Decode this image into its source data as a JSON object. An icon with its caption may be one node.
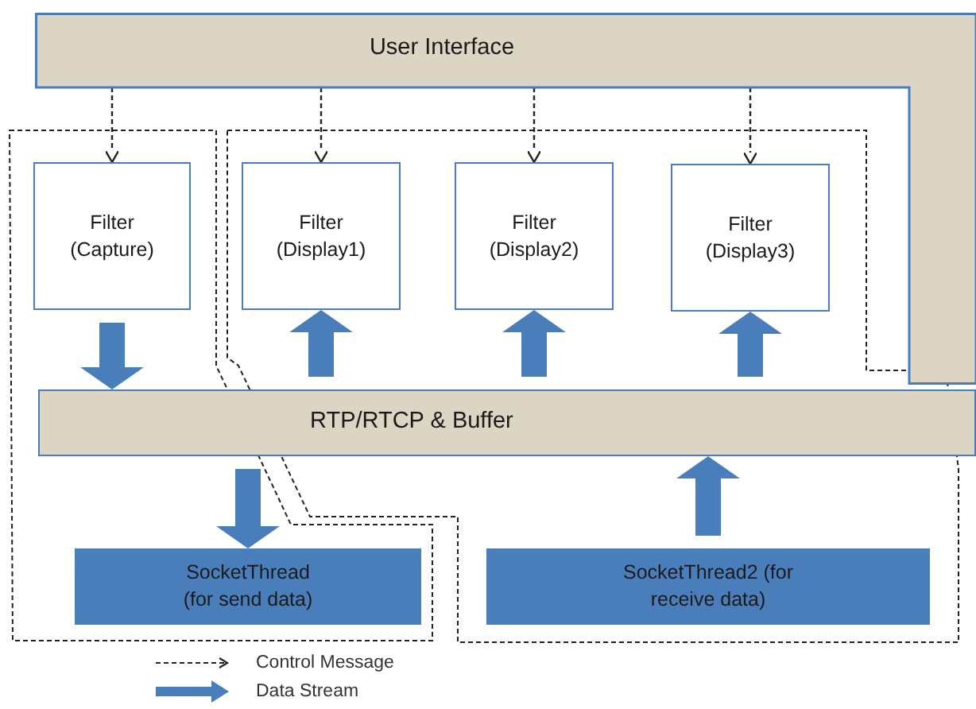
{
  "diagram": {
    "nodes": [
      {
        "text": [
          "User Interface"
        ]
      },
      {
        "text": [
          "Filter (Capture)"
        ]
      },
      {
        "text": [
          "Filter (Display1)"
        ]
      },
      {
        "text": [
          "Filter (Display2)"
        ]
      },
      {
        "text": [
          "Filter (Display3)"
        ]
      },
      {
        "text": [
          "RTP/RTCP & Buffer"
        ]
      },
      {
        "text": [
          "SocketThread (for send data)"
        ]
      },
      {
        "text": [
          "SocketThread2 (for receive data)"
        ]
      }
    ],
    "edges": [
      {
        "from": 0,
        "to": 1,
        "arrow": "to",
        "style": "dashed",
        "color": "#222222"
      },
      {
        "from": 0,
        "to": 2,
        "arrow": "to",
        "style": "dashed",
        "color": "#222222"
      },
      {
        "from": 0,
        "to": 3,
        "arrow": "to",
        "style": "dashed",
        "color": "#222222"
      },
      {
        "from": 0,
        "to": 4,
        "arrow": "to",
        "style": "dashed",
        "color": "#222222"
      },
      {
        "from": 1,
        "to": 5,
        "arrow": "to"
      },
      {
        "from": 5,
        "to": 2,
        "arrow": "to"
      },
      {
        "from": 5,
        "to": 3,
        "arrow": "to"
      },
      {
        "from": 5,
        "to": 4,
        "arrow": "to"
      },
      {
        "from": 5,
        "to": 6,
        "arrow": "to"
      },
      {
        "from": 7,
        "to": 5,
        "arrow": "to"
      }
    ],
    "legend": [
      {
        "text": "Control Message"
      },
      {
        "text": "Data Stream"
      }
    ]
  }
}
